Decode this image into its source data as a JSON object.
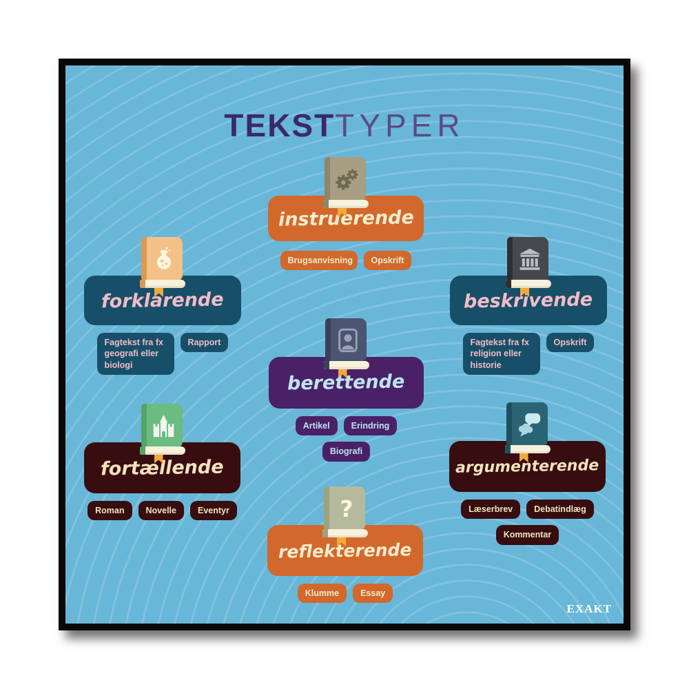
{
  "poster": {
    "title": {
      "bold": "TEKST",
      "light": "TYPER"
    },
    "brand": "EXAKT"
  },
  "colors": {
    "background_blue": "#68b6d8",
    "frame_black": "#0b0709",
    "orange": "#d2682b",
    "teal": "#174f68",
    "purple": "#4a2166",
    "maroon": "#380d10",
    "cream_text": "#f4ecce",
    "pink_text": "#f2bcc8",
    "light_blue_text": "#bfe3f2",
    "title_bold": "#3a2a6b",
    "title_light": "#5a4b86",
    "bookmark": "#f3a83e"
  },
  "cards": [
    {
      "id": "instruerende",
      "label": "instruerende",
      "icon": "gears-book-icon",
      "book_color": "#a79e83",
      "tags": [
        "Brugsanvisning",
        "Opskrift"
      ]
    },
    {
      "id": "forklarende",
      "label": "forklarende",
      "icon": "flask-book-icon",
      "book_color": "#f3c187",
      "tags": [
        "Fagtekst fra fx geografi eller biologi",
        "Rapport"
      ]
    },
    {
      "id": "beskrivende",
      "label": "beskrivende",
      "icon": "temple-book-icon",
      "book_color": "#45494e",
      "tags": [
        "Fagtekst fra fx religion eller historie",
        "Opskrift"
      ]
    },
    {
      "id": "berettende",
      "label": "berettende",
      "icon": "portrait-book-icon",
      "book_color": "#4b5470",
      "tags": [
        "Artikel",
        "Erindring",
        "Biografi"
      ]
    },
    {
      "id": "fortaellende",
      "label": "fortællende",
      "icon": "castle-book-icon",
      "book_color": "#6cbb80",
      "tags": [
        "Roman",
        "Novelle",
        "Eventyr"
      ]
    },
    {
      "id": "argumenterende",
      "label": "argumenterende",
      "icon": "speech-bubbles-book-icon",
      "book_color": "#2a6373",
      "tags": [
        "Læserbrev",
        "Debatindlæg",
        "Kommentar"
      ]
    },
    {
      "id": "reflekterende",
      "label": "reflekterende",
      "icon": "question-mark-book-icon",
      "book_color": "#b6ba9d",
      "tags": [
        "Klumme",
        "Essay"
      ]
    }
  ]
}
